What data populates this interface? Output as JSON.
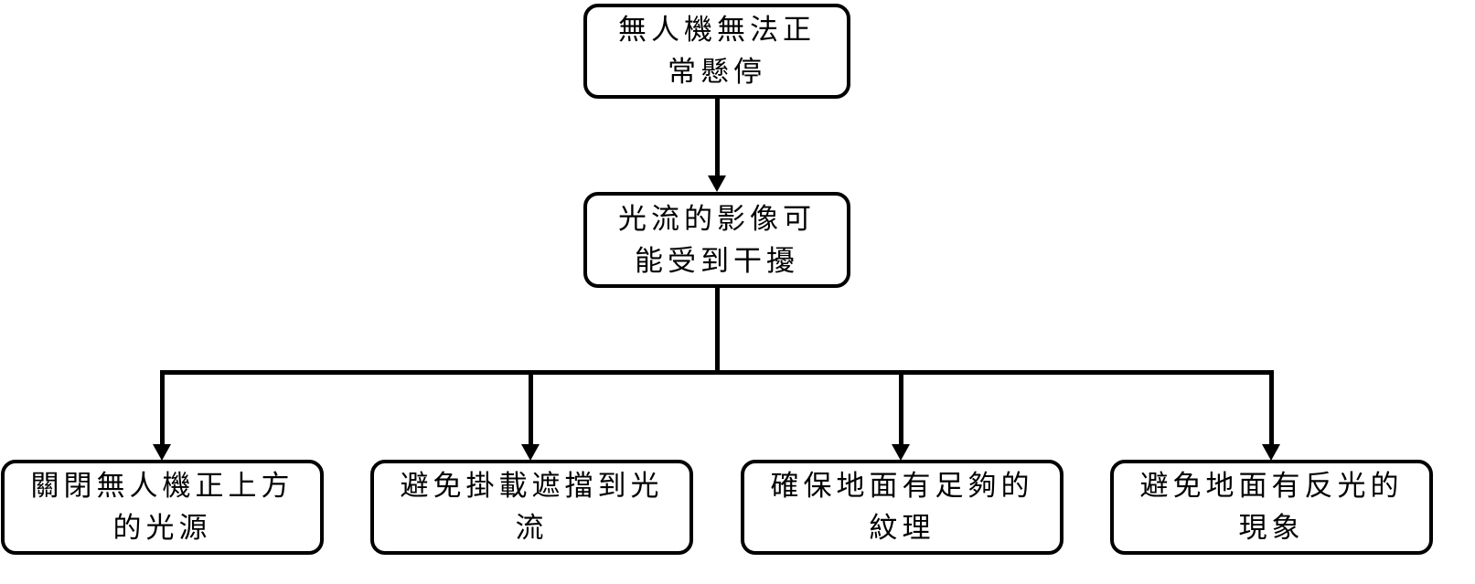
{
  "diagram": {
    "root": {
      "line1": "無人機無法正",
      "line2": "常懸停"
    },
    "cause": {
      "line1": "光流的影像可",
      "line2": "能受到干擾"
    },
    "solutions": [
      {
        "line1": "關閉無人機正上方",
        "line2": "的光源"
      },
      {
        "line1": "避免掛載遮擋到光",
        "line2": "流"
      },
      {
        "line1": "確保地面有足夠的",
        "line2": "紋理"
      },
      {
        "line1": "避免地面有反光的",
        "line2": "現象"
      }
    ]
  },
  "colors": {
    "stroke": "#000000",
    "background": "#ffffff"
  }
}
